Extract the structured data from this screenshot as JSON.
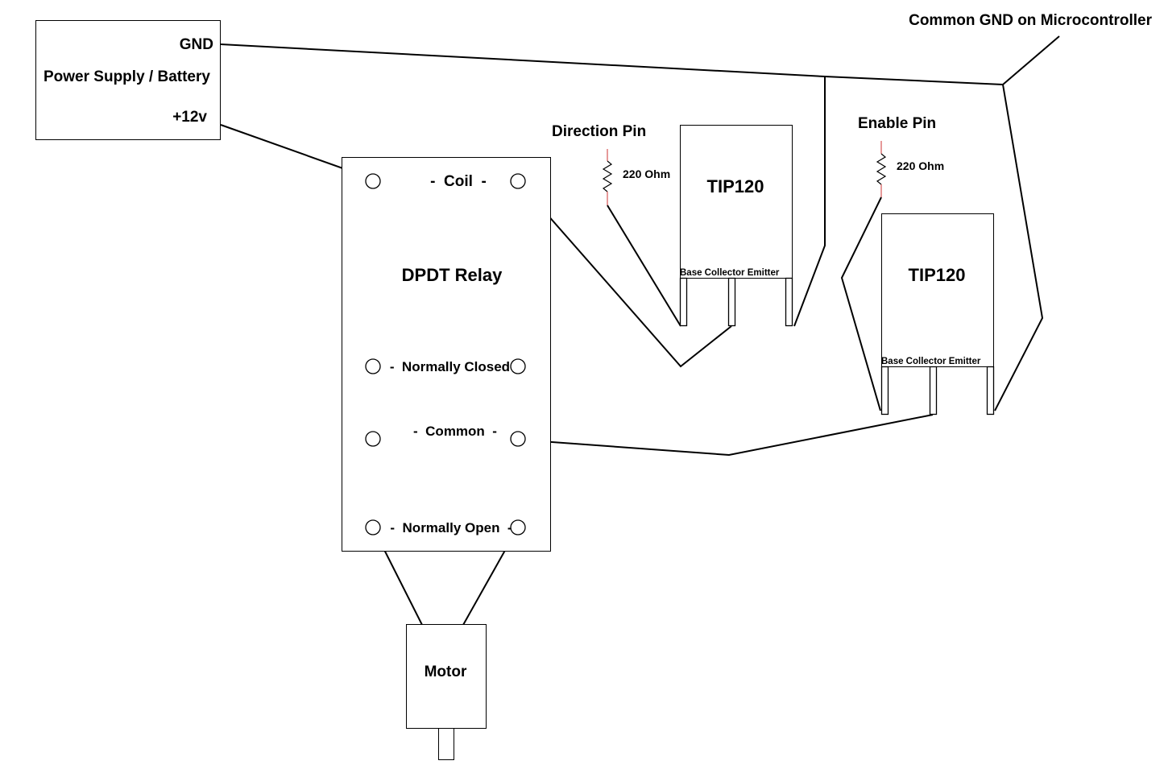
{
  "power_supply": {
    "gnd_label": "GND",
    "title": "Power Supply / Battery",
    "vplus_label": "+12v"
  },
  "common_gnd_label": "Common GND on Microcontroller",
  "relay": {
    "title": "DPDT Relay",
    "coil_label": "-  Coil  -",
    "normally_closed_label": "-  Normally Closed  -",
    "common_label": "-  Common  -",
    "normally_open_label": "-  Normally Open  -"
  },
  "direction": {
    "pin_label": "Direction Pin",
    "resistor_label": "220 Ohm",
    "transistor_label": "TIP120",
    "legs_label": "Base Collector Emitter"
  },
  "enable": {
    "pin_label": "Enable Pin",
    "resistor_label": "220 Ohm",
    "transistor_label": "TIP120",
    "legs_label": "Base Collector Emitter"
  },
  "motor_label": "Motor"
}
